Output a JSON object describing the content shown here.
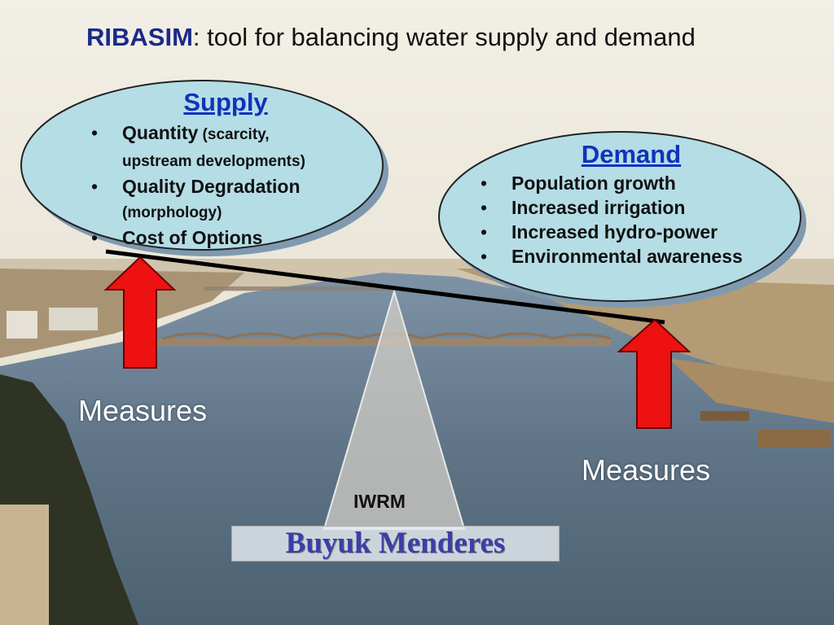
{
  "title": {
    "bold": "RIBASIM",
    "rest": ": tool for balancing water supply and demand"
  },
  "supply": {
    "heading": "Supply",
    "items": [
      {
        "main": "Quantity",
        "detail": " (scarcity,",
        "cont": "upstream developments)"
      },
      {
        "main": "Quality Degradation",
        "cont": "(morphology)"
      },
      {
        "main": "Cost of Options"
      }
    ]
  },
  "demand": {
    "heading": "Demand",
    "items": [
      "Population growth",
      "Increased irrigation",
      "Increased hydro-power",
      "Environmental awareness"
    ]
  },
  "measures_left": "Measures",
  "measures_right": "Measures",
  "fulcrum_label": "IWRM",
  "basin_label": "Buyuk Menderes",
  "bullet_char": "•",
  "colors": {
    "ellipse_fill": "#b5dde6",
    "ellipse_shadow": "#7f9ab0",
    "heading": "#1133bb",
    "arrow_fill": "#ee1111",
    "arrow_stroke": "#6a0000",
    "beam": "#000000"
  }
}
